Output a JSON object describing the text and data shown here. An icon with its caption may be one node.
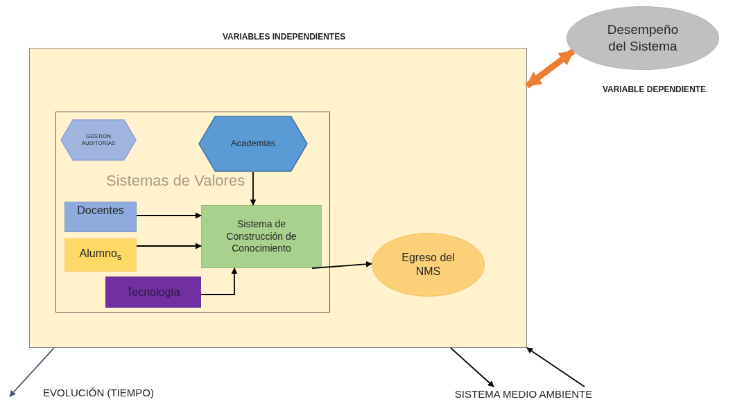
{
  "diagram": {
    "nodes": [
      {
        "text": [
          "VARIABLES INDEPENDIENTES"
        ]
      },
      {
        "text": [
          "Sistemas de Valores"
        ],
        "in": 0
      },
      {
        "text": [
          "GESTION AUDITORIAS"
        ],
        "in": 1
      },
      {
        "text": [
          "Academias"
        ],
        "in": 1
      },
      {
        "text": [
          "Docentes"
        ],
        "in": 1
      },
      {
        "text": [
          "Alumno$_{s}$"
        ],
        "in": 1
      },
      {
        "text": [
          "Tecnología"
        ],
        "in": 1
      },
      {
        "text": [
          "Sistema de Construcción de Conocimiento"
        ],
        "in": 1
      },
      {
        "text": [
          "Egreso del NMS"
        ],
        "in": 0
      },
      {
        "text": [
          "Desempeño del Sistema"
        ],
        "beside": [
          "VARIABLE DEPENDIENTE"
        ]
      },
      {
        "text": [
          "SISTEMA MEDIO AMBIENTE"
        ]
      }
    ],
    "edges": [
      {
        "from": 3,
        "to": 7,
        "arrow": "to"
      },
      {
        "from": 4,
        "to": 7,
        "arrow": "to"
      },
      {
        "from": 5,
        "to": 7,
        "arrow": "to"
      },
      {
        "from": 6,
        "to": 7,
        "arrow": "to"
      },
      {
        "from": 7,
        "to": 8,
        "arrow": "to"
      },
      {
        "from": 0,
        "to": 9,
        "arrow": "both",
        "style": "thick",
        "color": "#ed7d31"
      },
      {
        "from": 0,
        "to": null,
        "arrow": "to",
        "color": "#44546a"
      },
      {
        "from": 0,
        "to": 10,
        "arrow": "to"
      },
      {
        "from": 10,
        "to": 0,
        "arrow": "to"
      }
    ],
    "labels": [
      "EVOLUCIÓN (TIEMPO)"
    ]
  }
}
